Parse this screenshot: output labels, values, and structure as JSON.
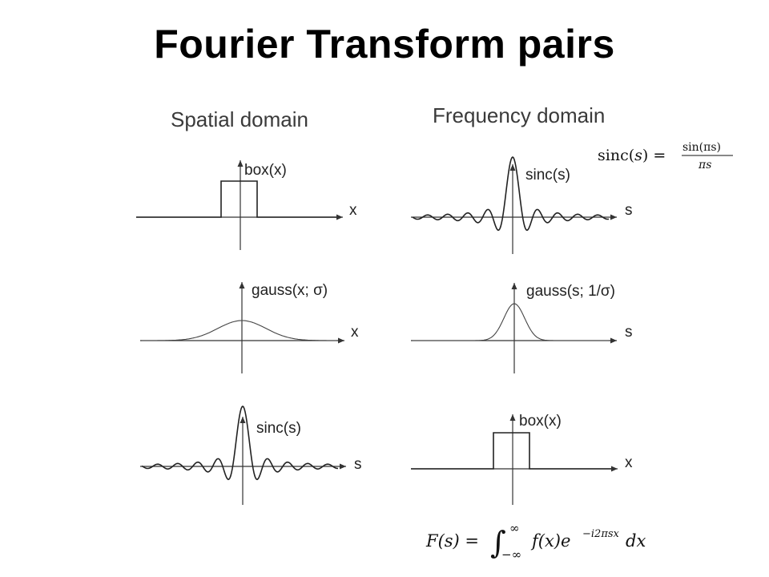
{
  "title": "Fourier Transform pairs",
  "columns": {
    "spatial": "Spatial domain",
    "frequency": "Frequency domain"
  },
  "rows": [
    {
      "left": {
        "label": "box(x)",
        "axis": "x",
        "shape": "box"
      },
      "right": {
        "label": "sinc(s)",
        "axis": "s",
        "shape": "sinc"
      }
    },
    {
      "left": {
        "label": "gauss(x; σ)",
        "axis": "x",
        "shape": "gauss-wide"
      },
      "right": {
        "label": "gauss(s; 1/σ)",
        "axis": "s",
        "shape": "gauss-narrow"
      }
    },
    {
      "left": {
        "label": "sinc(s)",
        "axis": "s",
        "shape": "sinc"
      },
      "right": {
        "label": "box(x)",
        "axis": "x",
        "shape": "box"
      }
    }
  ],
  "sinc_definition": {
    "lhs": "sinc(",
    "var": "s",
    "lhs_close": ") =",
    "numerator": "sin(πs)",
    "denominator": "πs"
  },
  "fourier_formula": {
    "lhs": "F(s) =",
    "upper": "∞",
    "lower": "−∞",
    "integrand": "f(x)e",
    "exponent": "−i2πsx",
    "differential": "dx"
  }
}
